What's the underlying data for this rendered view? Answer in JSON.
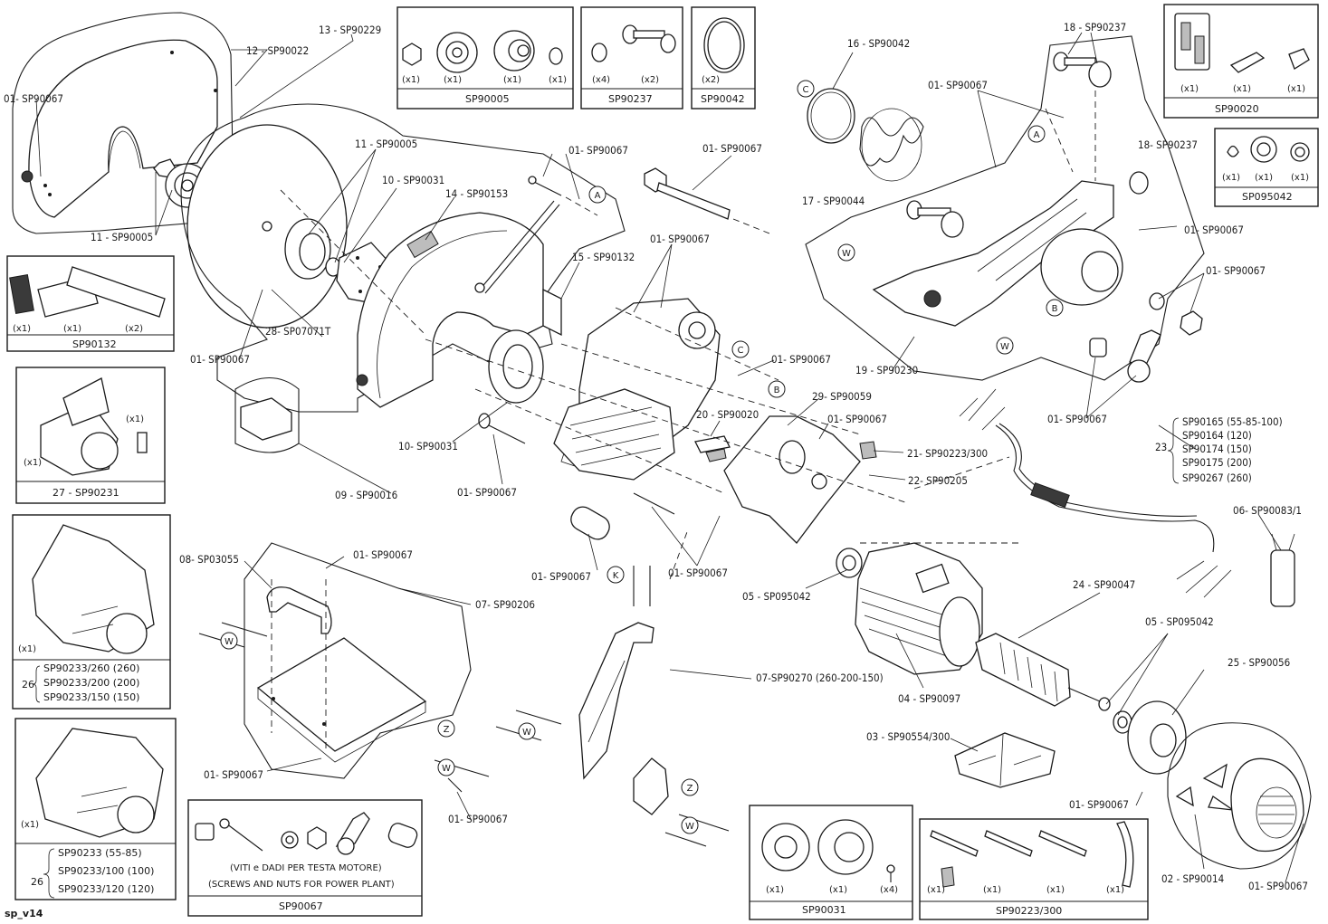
{
  "page_label": "sp_v14",
  "callouts": {
    "c_01_top_left": "01- SP90067",
    "c_12": "12 - SP90022",
    "c_13": "13 - SP90229",
    "c_11a": "11 - SP90005",
    "c_11b": "11 - SP90005",
    "c_10a": "10 - SP90031",
    "c_14": "14 - SP90153",
    "c_01_arrowA": "01- SP90067",
    "c_01_rod": "01- SP90067",
    "c_16": "16 - SP90042",
    "c_17": "17 - SP90044",
    "c_18a": "18 - SP90237",
    "c_18b": "18- SP90237",
    "c_01_right_top": "01- SP90067",
    "c_01_right_mid": "01- SP90067",
    "c_01_right_nut": "01- SP90067",
    "c_19": "19 - SP90230",
    "c_01_lever": "01- SP90067",
    "c_15": "15 - SP90132",
    "c_01_frame": "01- SP90067",
    "c_28": "28- SP07071T",
    "c_01_guard": "01- SP90067",
    "c_01_washer": "01- SP90067",
    "c_29": "29- SP90059",
    "c_20": "20 - SP90020",
    "c_01_plate": "01- SP90067",
    "c_21": "21- SP90223/300",
    "c_22": "22- SP90205",
    "c_10b": "10- SP90031",
    "c_09": "09 - SP90016",
    "c_01_bolt": "01- SP90067",
    "c_01_knob": "01- SP90067",
    "c_01_rod2": "01- SP90067",
    "c_05a": "05 - SP095042",
    "c_05b": "05 - SP095042",
    "c_23": "23",
    "c_23_items": [
      "SP90165 (55-85-100)",
      "SP90164 (120)",
      "SP90174 (150)",
      "SP90175 (200)",
      "SP90267 (260)"
    ],
    "c_06": "06- SP90083/1",
    "c_08": "08- SP03055",
    "c_01_handle": "01- SP90067",
    "c_07a": "07- SP90206",
    "c_07b": "07-SP90270 (260-200-150)",
    "c_04": "04 - SP90097",
    "c_24": "24 - SP90047",
    "c_25": "25 - SP90056",
    "c_03": "03 - SP90554/300",
    "c_01_base": "01- SP90067",
    "c_01_base_r": "01- SP90067",
    "c_01_fan": "01- SP90067",
    "c_02": "02 - SP90014",
    "c_01_cover": "01- SP90067"
  },
  "kits": {
    "sp90005": {
      "code": "SP90005",
      "qty": [
        "(x1)",
        "(x1)",
        "(x1)",
        "(x1)"
      ]
    },
    "sp90237": {
      "code": "SP90237",
      "qty": [
        "(x4)",
        "(x2)"
      ]
    },
    "sp90042": {
      "code": "SP90042",
      "qty": [
        "(x2)"
      ]
    },
    "sp90020": {
      "code": "SP90020",
      "qty": [
        "(x1)",
        "(x1)",
        "(x1)"
      ]
    },
    "sp095042": {
      "code": "SP095042",
      "qty": [
        "(x1)",
        "(x1)",
        "(x1)"
      ]
    },
    "sp90132": {
      "code": "SP90132",
      "qty": [
        "(x1)",
        "(x1)",
        "(x2)"
      ]
    },
    "sp90231": {
      "code": "27 - SP90231",
      "qty": [
        "(x1)",
        "(x1)"
      ]
    },
    "sp90233a": {
      "qty": "(x1)",
      "num": "26",
      "lines": [
        "SP90233/260 (260)",
        "SP90233/200 (200)",
        "SP90233/150 (150)"
      ]
    },
    "sp90233b": {
      "qty": "(x1)",
      "num": "26",
      "lines": [
        "SP90233 (55-85)",
        "SP90233/100 (100)",
        "SP90233/120 (120)"
      ]
    },
    "sp90067": {
      "code": "SP90067",
      "note1": "(VITI e DADI PER TESTA MOTORE)",
      "note2": "(SCREWS AND NUTS FOR POWER PLANT)"
    },
    "sp90031": {
      "code": "SP90031",
      "qty": [
        "(x1)",
        "(x1)",
        "(x4)"
      ]
    },
    "sp90223": {
      "code": "SP90223/300",
      "qty": [
        "(x1)",
        "(x1)",
        "(x1)",
        "(x1)"
      ]
    }
  },
  "circle_letters": {
    "A1": "A",
    "A2": "A",
    "B1": "B",
    "B2": "B",
    "C1": "C",
    "C2": "C",
    "W1": "W",
    "W2": "W",
    "W3": "W",
    "W4": "W",
    "W5": "W",
    "W6": "W",
    "Z1": "Z",
    "Z2": "Z",
    "K": "K"
  }
}
